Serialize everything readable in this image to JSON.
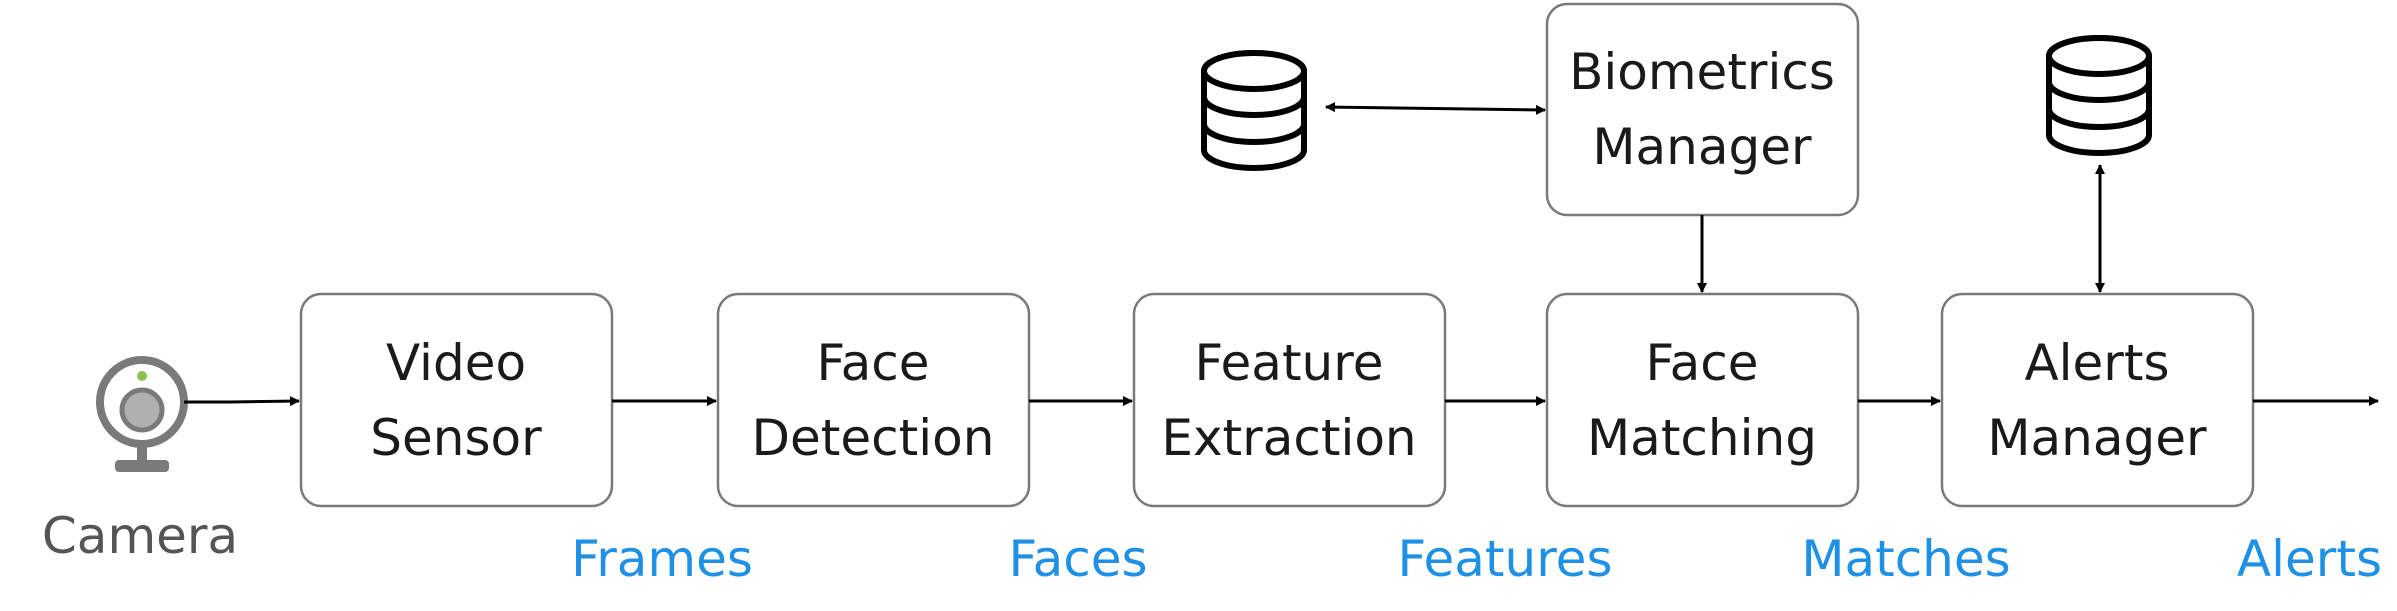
{
  "camera": {
    "label": "Camera"
  },
  "stages": [
    {
      "id": "video-sensor",
      "lines": [
        "Video",
        "Sensor"
      ]
    },
    {
      "id": "face-detection",
      "lines": [
        "Face",
        "Detection"
      ]
    },
    {
      "id": "feature-extraction",
      "lines": [
        "Feature",
        "Extraction"
      ]
    },
    {
      "id": "face-matching",
      "lines": [
        "Face",
        "Matching"
      ]
    },
    {
      "id": "alerts-manager",
      "lines": [
        "Alerts",
        "Manager"
      ]
    }
  ],
  "biometrics": {
    "lines": [
      "Biometrics",
      "Manager"
    ]
  },
  "flow_labels": [
    "Frames",
    "Faces",
    "Features",
    "Matches",
    "Alerts"
  ],
  "icons": {
    "camera": "webcam-icon",
    "database_biometrics": "database-icon",
    "database_alerts": "database-icon"
  },
  "colors": {
    "flow_label": "#1e90e6",
    "box_border": "#7a7a7a",
    "camera_led": "#8bc34a",
    "camera_body": "#7a7a7a",
    "line": "#000000"
  }
}
